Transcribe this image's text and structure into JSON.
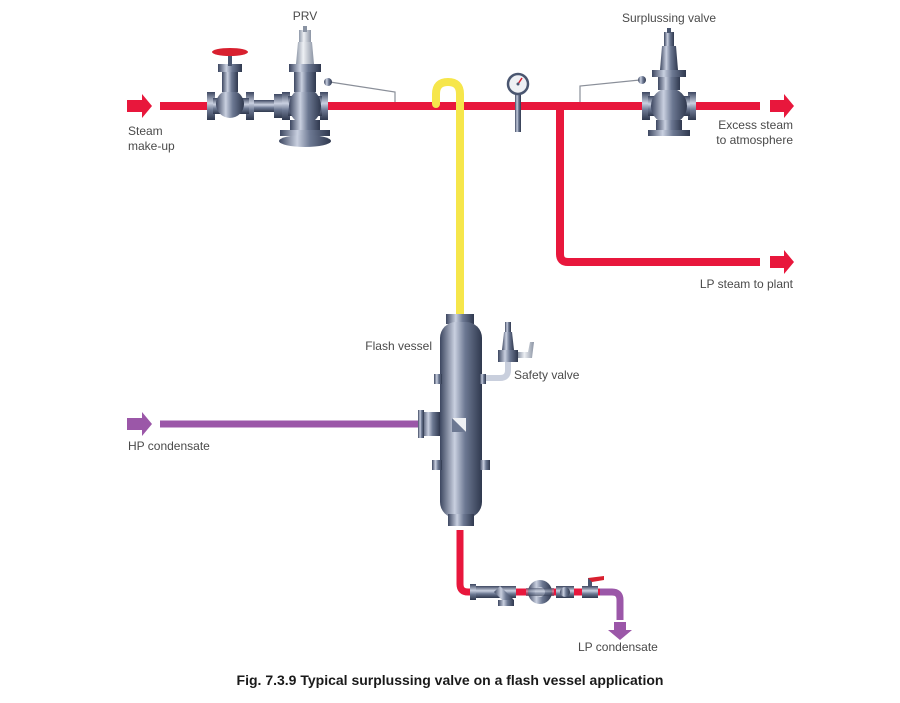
{
  "labels": {
    "prv": "PRV",
    "surplussing_valve": "Surplussing valve",
    "steam_makeup_line1": "Steam",
    "steam_makeup_line2": "make-up",
    "excess_steam_line1": "Excess steam",
    "excess_steam_line2": "to atmosphere",
    "lp_steam": "LP steam to plant",
    "flash_vessel": "Flash vessel",
    "safety_valve": "Safety valve",
    "hp_condensate": "HP condensate",
    "lp_condensate": "LP condensate"
  },
  "caption": "Fig. 7.3.9 Typical surplussing valve on a flash vessel application",
  "colors": {
    "steam": "#e8173c",
    "flash_steam": "#f6e64b",
    "condensate": "#9b57a8",
    "equipment": "#4a5670",
    "equipment_light": "#c9cfdd",
    "handwheel": "#d8202f"
  },
  "icons": [
    "globe-valve-icon",
    "pressure-reducing-valve-icon",
    "surplussing-valve-icon",
    "pressure-gauge-icon",
    "safety-valve-icon",
    "flash-vessel-icon",
    "strainer-icon",
    "steam-trap-icon",
    "check-valve-icon",
    "ball-valve-icon",
    "arrow-icon"
  ]
}
